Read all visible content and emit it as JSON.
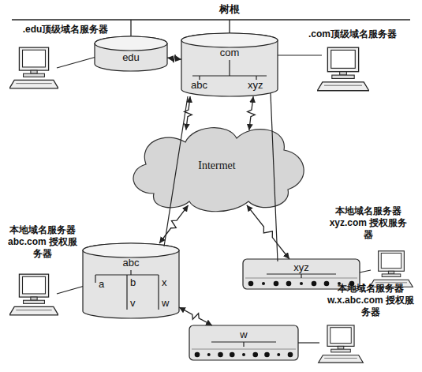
{
  "diagram": {
    "nodes": [
      {
        "text": [
          "edu"
        ]
      },
      {
        "text": [
          "com",
          "abc",
          "xyz"
        ]
      },
      {
        "text": [
          "Intermet"
        ]
      },
      {
        "text": [
          "abc",
          "a",
          "b",
          "v",
          "x",
          "w"
        ]
      },
      {
        "text": [
          "xyz"
        ]
      },
      {
        "text": [
          "w"
        ]
      }
    ],
    "edges": [
      {
        "from": 0,
        "to": 1,
        "arrow": "both"
      },
      {
        "from": 1,
        "to": 2,
        "arrow": "both"
      },
      {
        "from": 1,
        "to": 2,
        "arrow": "both"
      },
      {
        "from": 2,
        "to": 3,
        "arrow": "both"
      },
      {
        "from": 2,
        "to": 4,
        "arrow": "both"
      },
      {
        "from": 3,
        "to": 5,
        "arrow": "both"
      }
    ],
    "labels": [
      "树根",
      ".edu顶级域名服务器",
      ".com顶级域名服务器",
      "本地域名服务器 abc.com 授权服务器",
      "本地域名服务器 xyz.com 授权服务器",
      "本地域名服务器 w.x.abc.com 授权服务器"
    ]
  }
}
